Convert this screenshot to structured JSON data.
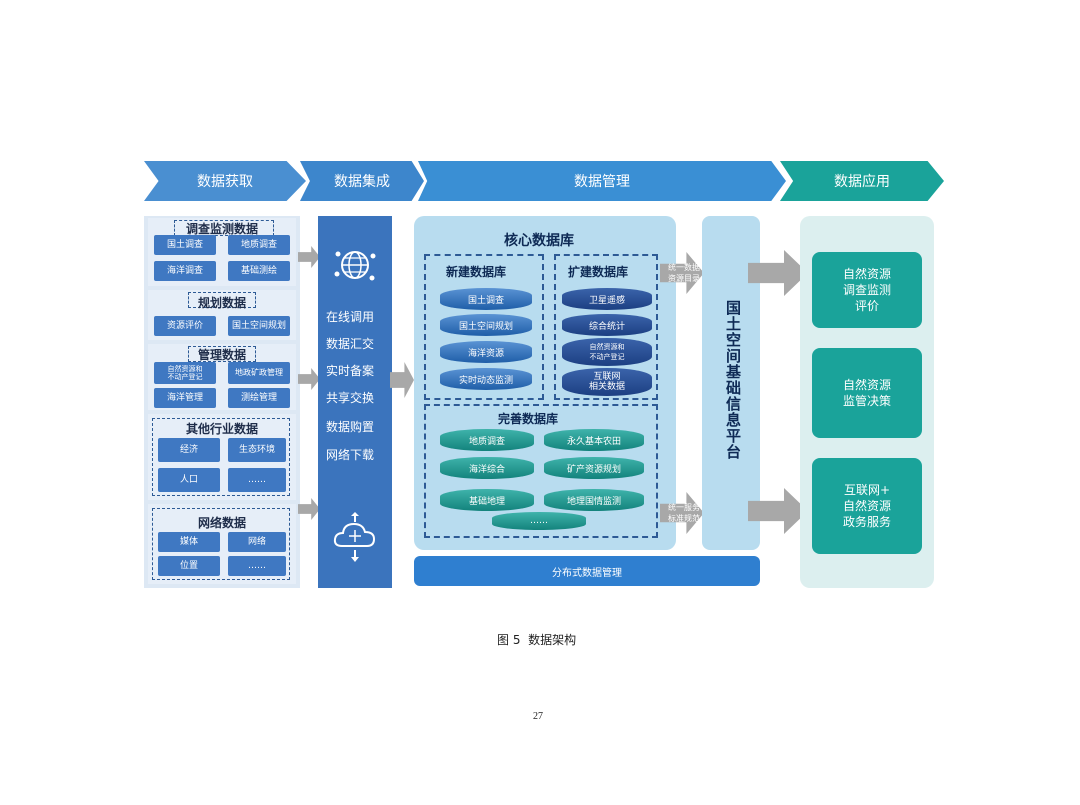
{
  "stages": {
    "acquire": "数据获取",
    "integrate": "数据集成",
    "manage": "数据管理",
    "apply": "数据应用"
  },
  "acquisition": {
    "survey": {
      "title": "调查监测数据",
      "items": [
        "国土调查",
        "地质调查",
        "海洋调查",
        "基础测绘"
      ]
    },
    "planning": {
      "title": "规划数据",
      "items": [
        "资源评价",
        "国土空间规划"
      ]
    },
    "management": {
      "title": "管理数据",
      "items": [
        "自然资源和\n不动产登记",
        "地政矿政管理",
        "海洋管理",
        "测绘管理"
      ]
    },
    "industry": {
      "title": "其他行业数据",
      "items": [
        "经济",
        "生态环境",
        "人口",
        "……"
      ]
    },
    "network": {
      "title": "网络数据",
      "items": [
        "媒体",
        "网络",
        "位置",
        "……"
      ]
    }
  },
  "integration": {
    "items": [
      "在线调用",
      "数据汇交",
      "实时备案",
      "共享交换",
      "数据购置",
      "网络下载"
    ],
    "icons": [
      "globe-network-icon",
      "cloud-transfer-icon"
    ]
  },
  "management": {
    "core_title": "核心数据库",
    "new_db": {
      "title": "新建数据库",
      "items": [
        "国土调查",
        "国土空间规划",
        "海洋资源",
        "实时动态监测"
      ]
    },
    "expand_db": {
      "title": "扩建数据库",
      "items": [
        "卫星遥感",
        "综合统计",
        "自然资源和\n不动产登记",
        "互联网\n相关数据"
      ]
    },
    "improve_db": {
      "title": "完善数据库",
      "items": [
        "地质调查",
        "永久基本农田",
        "海洋综合",
        "矿产资源规划",
        "基础地理",
        "地理国情监测",
        "……"
      ]
    },
    "distributed": "分布式数据管理",
    "note_top": "统一数据\n资源目录",
    "note_bottom": "统一服务\n标准规范",
    "platform": "国土空间基础信息平台"
  },
  "applications": [
    "自然资源\n调查监测\n评价",
    "自然资源\n监管决策",
    "互联网+\n自然资源\n政务服务"
  ],
  "caption": "图 5  数据架构",
  "page_number": "27",
  "colors": {
    "chevron": "#3f8fd2",
    "chevron_apply": "#1aa39a",
    "primary_blue": "#3b74bd",
    "teal": "#1aa39a",
    "light_panel": "#dde8f4",
    "core_panel": "#b8dcef"
  }
}
